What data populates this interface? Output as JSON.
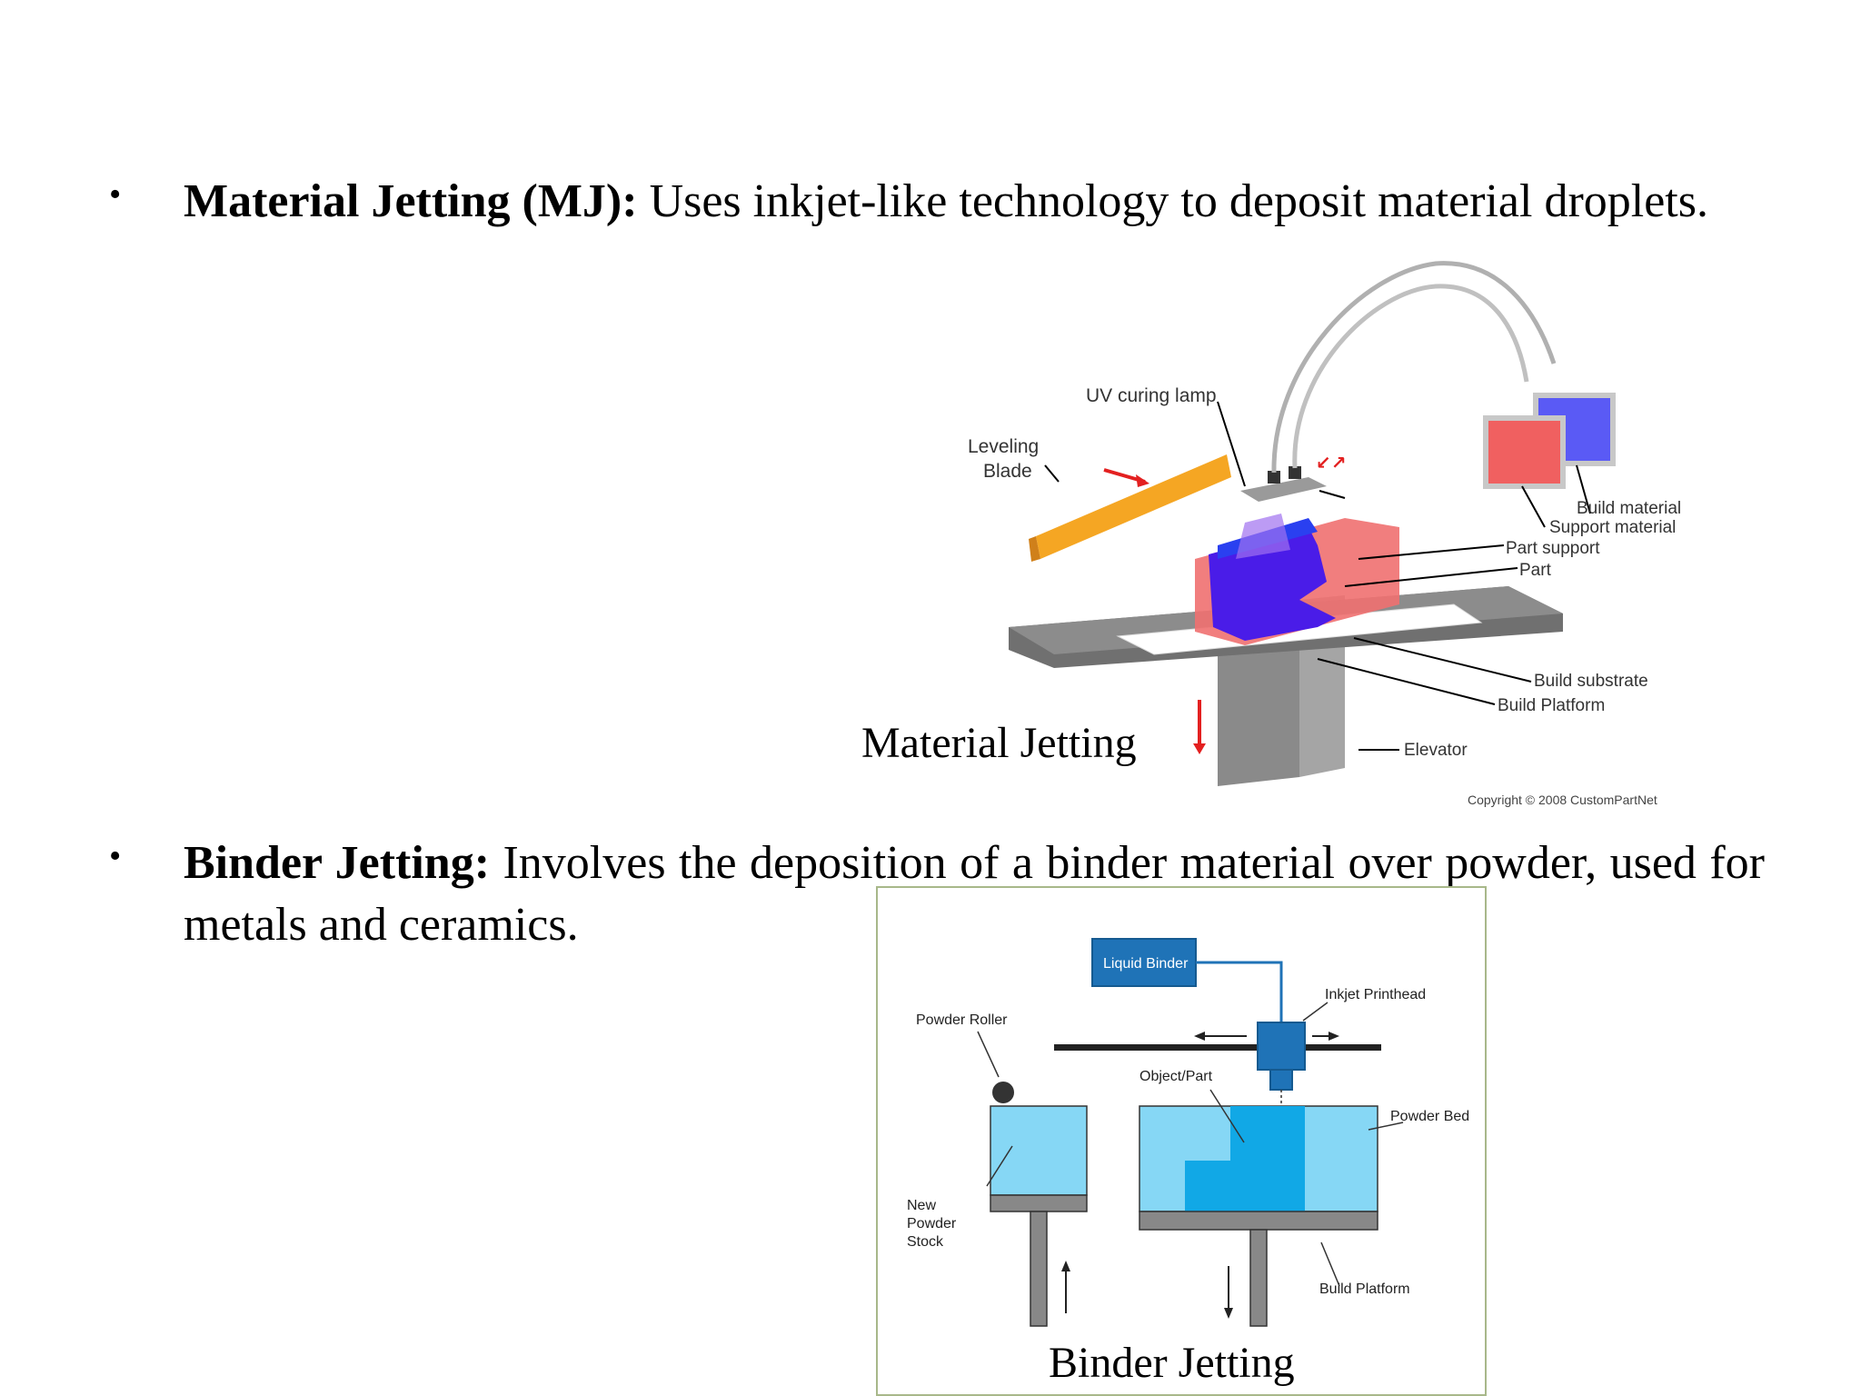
{
  "bullets": [
    {
      "term": "Material Jetting (MJ):",
      "text": " Uses inkjet-like technology to deposit material droplets."
    },
    {
      "term": "Binder Jetting:",
      "text": " Involves the deposition of a binder material over powder, used for metals and ceramics."
    }
  ],
  "bullet_glyph": "•",
  "figures": {
    "material_jetting": {
      "caption": "Material Jetting",
      "labels": {
        "uv_lamp": "UV curing lamp",
        "leveling1": "Leveling",
        "leveling2": "Blade",
        "build_material": "Build material",
        "support_material": "Support material",
        "part_support": "Part support",
        "part": "Part",
        "build_substrate": "Build substrate",
        "build_platform": "Build Platform",
        "elevator": "Elevator",
        "copyright": "Copyright © 2008 CustomPartNet"
      },
      "colors": {
        "blade": "#f5a623",
        "support": "#f26a6a",
        "part": "#3a1cf0",
        "platform": "#6e6e6e",
        "arrow_red": "#e32020"
      }
    },
    "binder_jetting": {
      "caption": "Binder Jetting",
      "labels": {
        "liquid_binder": "Liquid Binder",
        "inkjet_printhead": "Inkjet Printhead",
        "powder_roller": "Powder Roller",
        "object_part": "Object/Part",
        "powder_bed": "Powder Bed",
        "new1": "New",
        "new2": "Powder",
        "new3": "Stock",
        "build_platform": "Build Platform"
      },
      "colors": {
        "powder": "#86d7f5",
        "part": "#11a8e6",
        "binder_box": "#1f73b7",
        "platform": "#888888",
        "border": "#a8b88a"
      }
    }
  }
}
